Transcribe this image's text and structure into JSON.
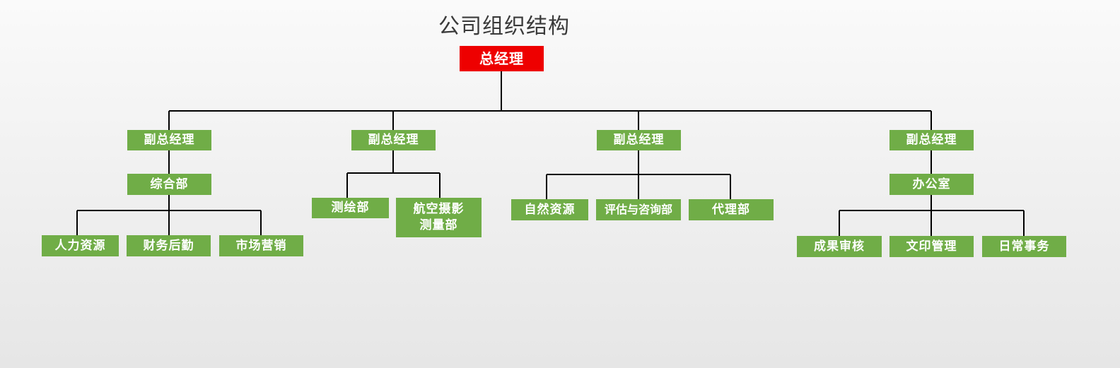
{
  "title": "公司组织结构",
  "colors": {
    "root": "#ee0000",
    "node": "#70ad47",
    "text": "#ffffff",
    "line": "#000000"
  },
  "org": {
    "root": "总经理",
    "deputies": [
      {
        "label": "副总经理",
        "department": "综合部",
        "units": [
          "人力资源",
          "财务后勤",
          "市场营销"
        ]
      },
      {
        "label": "副总经理",
        "units": [
          "测绘部",
          "航空摄影\n测量部"
        ]
      },
      {
        "label": "副总经理",
        "units": [
          "自然资源",
          "评估与咨询部",
          "代理部"
        ]
      },
      {
        "label": "副总经理",
        "department": "办公室",
        "units": [
          "成果审核",
          "文印管理",
          "日常事务"
        ]
      }
    ]
  }
}
